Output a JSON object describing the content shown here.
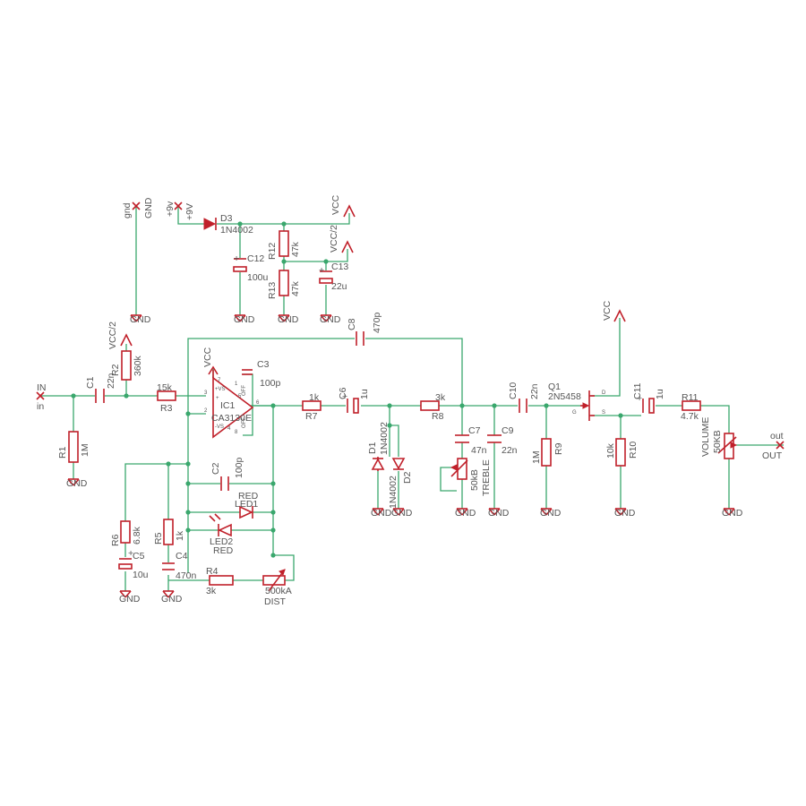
{
  "colors": {
    "wire": "#3aa76d",
    "part": "#c0202a",
    "text": "#555555",
    "background": "#ffffff"
  },
  "supplies": {
    "vcc": "VCC",
    "vcc2": "VCC/2",
    "gnd": "GND",
    "gnd_net": "gnd",
    "p9v": "+9V",
    "p9v_net": "+9v"
  },
  "io": {
    "in_label": "IN",
    "in_net": "in",
    "out_label": "out",
    "out_net": "OUT"
  },
  "ic": {
    "name": "IC1",
    "part": "CA3130E",
    "vplus": "+VS",
    "vminus": "-VS",
    "plus": "+",
    "minus": "-",
    "pin1": "1",
    "pin2": "2",
    "pin3": "3",
    "pin4": "4",
    "pin5": "5",
    "pin6": "6",
    "pin7": "7",
    "pin8": "8",
    "off1": "OFF",
    "off2": "OFF"
  },
  "parts": {
    "r1": {
      "name": "R1",
      "value": "1M"
    },
    "r2": {
      "name": "R2",
      "value": "360k"
    },
    "r3": {
      "name": "R3",
      "value": "15k"
    },
    "r4": {
      "name": "R4",
      "value": "3k"
    },
    "r5": {
      "name": "R5",
      "value": "1k"
    },
    "r6": {
      "name": "R6",
      "value": "6.8k"
    },
    "r7": {
      "name": "R7",
      "value": "1k"
    },
    "r8": {
      "name": "R8",
      "value": "3k"
    },
    "r9": {
      "name": "R9",
      "value": "1M"
    },
    "r10": {
      "name": "R10",
      "value": "10k"
    },
    "r11": {
      "name": "R11",
      "value": "4.7k"
    },
    "r12": {
      "name": "R12",
      "value": "47k"
    },
    "r13": {
      "name": "R13",
      "value": "47k"
    },
    "c1": {
      "name": "C1",
      "value": "22n"
    },
    "c2": {
      "name": "C2",
      "value": "100p"
    },
    "c3": {
      "name": "C3",
      "value": "100p"
    },
    "c4": {
      "name": "C4",
      "value": "470n"
    },
    "c5": {
      "name": "C5",
      "value": "10u"
    },
    "c6": {
      "name": "C6",
      "value": "1u"
    },
    "c7": {
      "name": "C7",
      "value": "47n"
    },
    "c8": {
      "name": "C8",
      "value": "470p"
    },
    "c9": {
      "name": "C9",
      "value": "22n"
    },
    "c10": {
      "name": "C10",
      "value": "22n"
    },
    "c11": {
      "name": "C11",
      "value": "1u"
    },
    "c12": {
      "name": "C12",
      "value": "100u"
    },
    "c13": {
      "name": "C13",
      "value": "22u"
    },
    "d1": {
      "name": "D1",
      "value": "1N4002"
    },
    "d2": {
      "name": "D2",
      "value": "1N4002"
    },
    "d3": {
      "name": "D3",
      "value": "1N4002"
    },
    "led1": {
      "name": "LED1",
      "value": "RED"
    },
    "led2": {
      "name": "LED2",
      "value": "RED"
    },
    "q1": {
      "name": "Q1",
      "value": "2N5458",
      "d": "D",
      "s": "S",
      "g": "G"
    },
    "dist": {
      "name": "DIST",
      "value": "500kA"
    },
    "treble": {
      "name": "TREBLE",
      "value": "50kB"
    },
    "volume": {
      "name": "VOLUME",
      "value": "50KB"
    }
  }
}
